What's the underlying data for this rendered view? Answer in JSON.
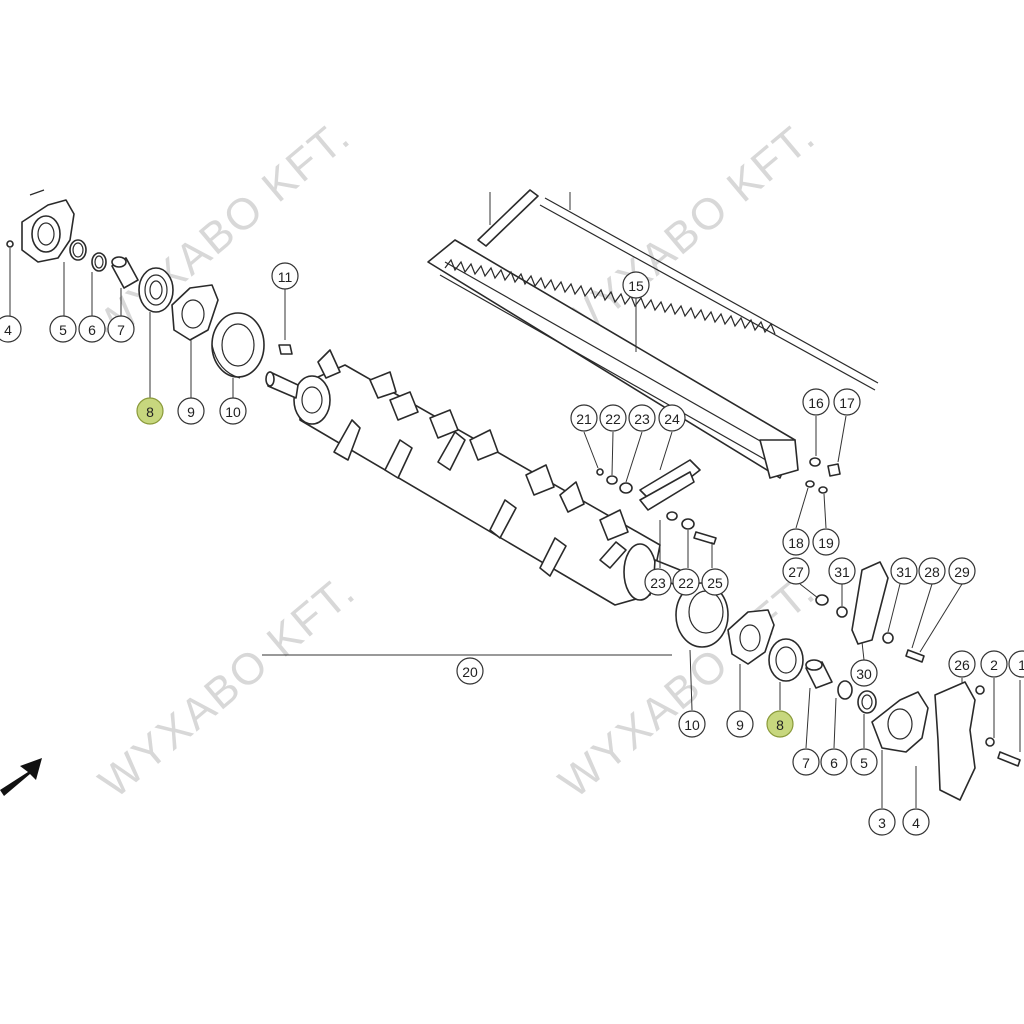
{
  "watermark": "WYXABO KFT.",
  "highlight_color": "#c7d77e",
  "callouts": [
    "4",
    "5",
    "6",
    "7",
    "8",
    "9",
    "10",
    "11",
    "15",
    "16",
    "17",
    "21",
    "22",
    "23",
    "24",
    "18",
    "19",
    "27",
    "31",
    "31",
    "28",
    "29",
    "23",
    "22",
    "25",
    "20",
    "10",
    "9",
    "8",
    "7",
    "6",
    "5",
    "30",
    "26",
    "2",
    "1",
    "3",
    "4"
  ],
  "highlighted": [
    "8"
  ]
}
